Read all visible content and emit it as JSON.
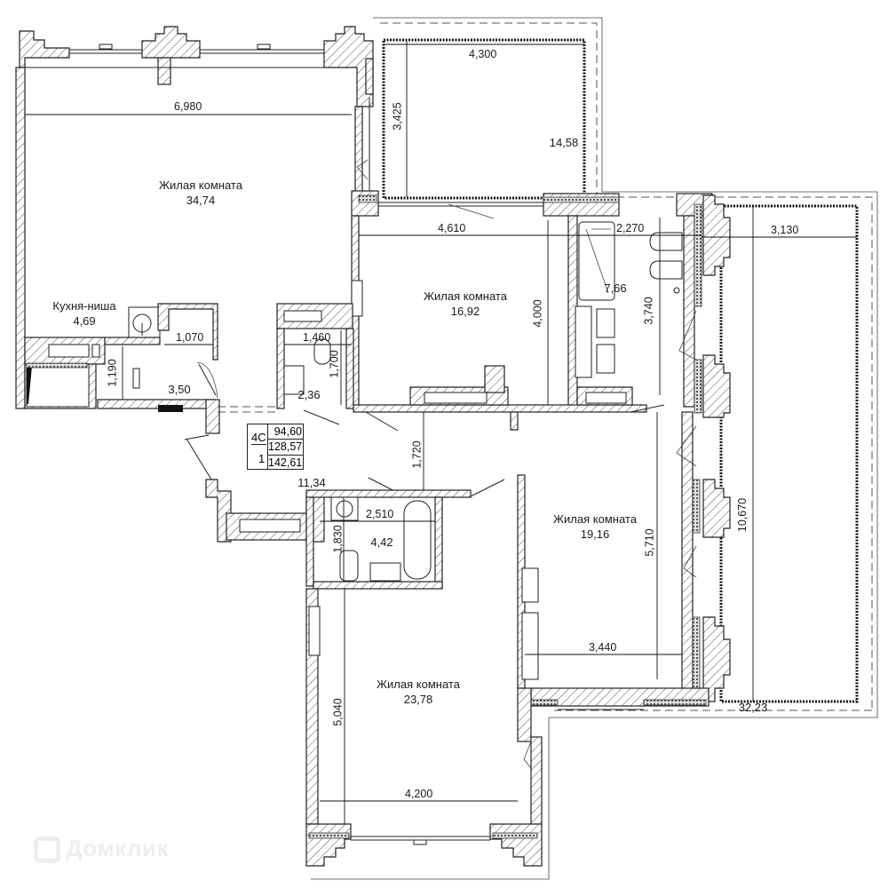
{
  "plan": {
    "rooms": [
      {
        "id": "living-1",
        "name": "Жилая комната",
        "area": "34,74"
      },
      {
        "id": "balcony-top",
        "name": "",
        "area": "14,58"
      },
      {
        "id": "kitchen",
        "name": "Кухня-ниша",
        "area": "4,69"
      },
      {
        "id": "entry-closet",
        "name": "",
        "area": "3,50"
      },
      {
        "id": "wc-small",
        "name": "",
        "area": "2,36"
      },
      {
        "id": "living-2",
        "name": "Жилая комната",
        "area": "16,92"
      },
      {
        "id": "bathroom-master",
        "name": "",
        "area": "7,66"
      },
      {
        "id": "hall",
        "name": "",
        "area": "11,34"
      },
      {
        "id": "bathroom",
        "name": "",
        "area": "4,42"
      },
      {
        "id": "living-3",
        "name": "Жилая комната",
        "area": "19,16"
      },
      {
        "id": "living-4",
        "name": "Жилая комната",
        "area": "23,78"
      },
      {
        "id": "terrace",
        "name": "",
        "area": "32,23"
      }
    ],
    "dimensions": {
      "living1_width": "6,980",
      "balcony_width": "4,300",
      "balcony_depth": "3,425",
      "living2_width": "4,610",
      "living2_depth": "4,000",
      "bath_master_width": "2,270",
      "bath_master_depth": "3,740",
      "terrace_width": "3,130",
      "terrace_length": "10,670",
      "entry_width": "1,070",
      "entry_depth": "1,190",
      "wc_width": "1,460",
      "wc_depth": "1,700",
      "corridor_depth": "1,720",
      "bath_width": "2,510",
      "bath_depth": "1,830",
      "living3_depth": "5,710",
      "living3_width": "3,440",
      "living4_depth": "5,040",
      "living4_width": "4,200"
    },
    "info_box": {
      "code": "4С",
      "rooms": "1",
      "area_living": "94,60",
      "area_total": "128,57",
      "area_with_balconies": "142,61"
    }
  },
  "watermark": "Домклик"
}
